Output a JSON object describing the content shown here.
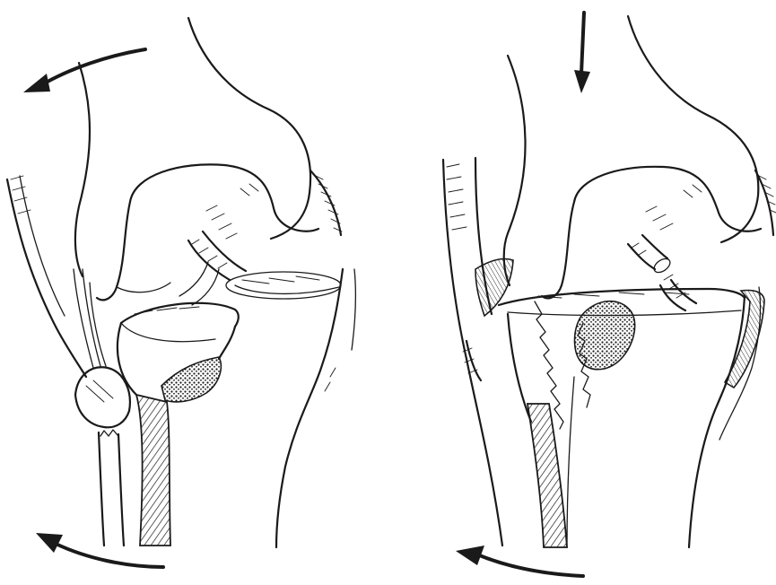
{
  "figure": {
    "panels": [
      {
        "id": "left",
        "arrows": [
          "rotation-arrow-top",
          "rotation-arrow-bottom"
        ]
      },
      {
        "id": "right",
        "arrows": [
          "axial-load-arrow-top",
          "rotation-arrow-bottom"
        ]
      }
    ],
    "colors": {
      "ink": "#1a1a1a",
      "background": "#ffffff"
    }
  }
}
